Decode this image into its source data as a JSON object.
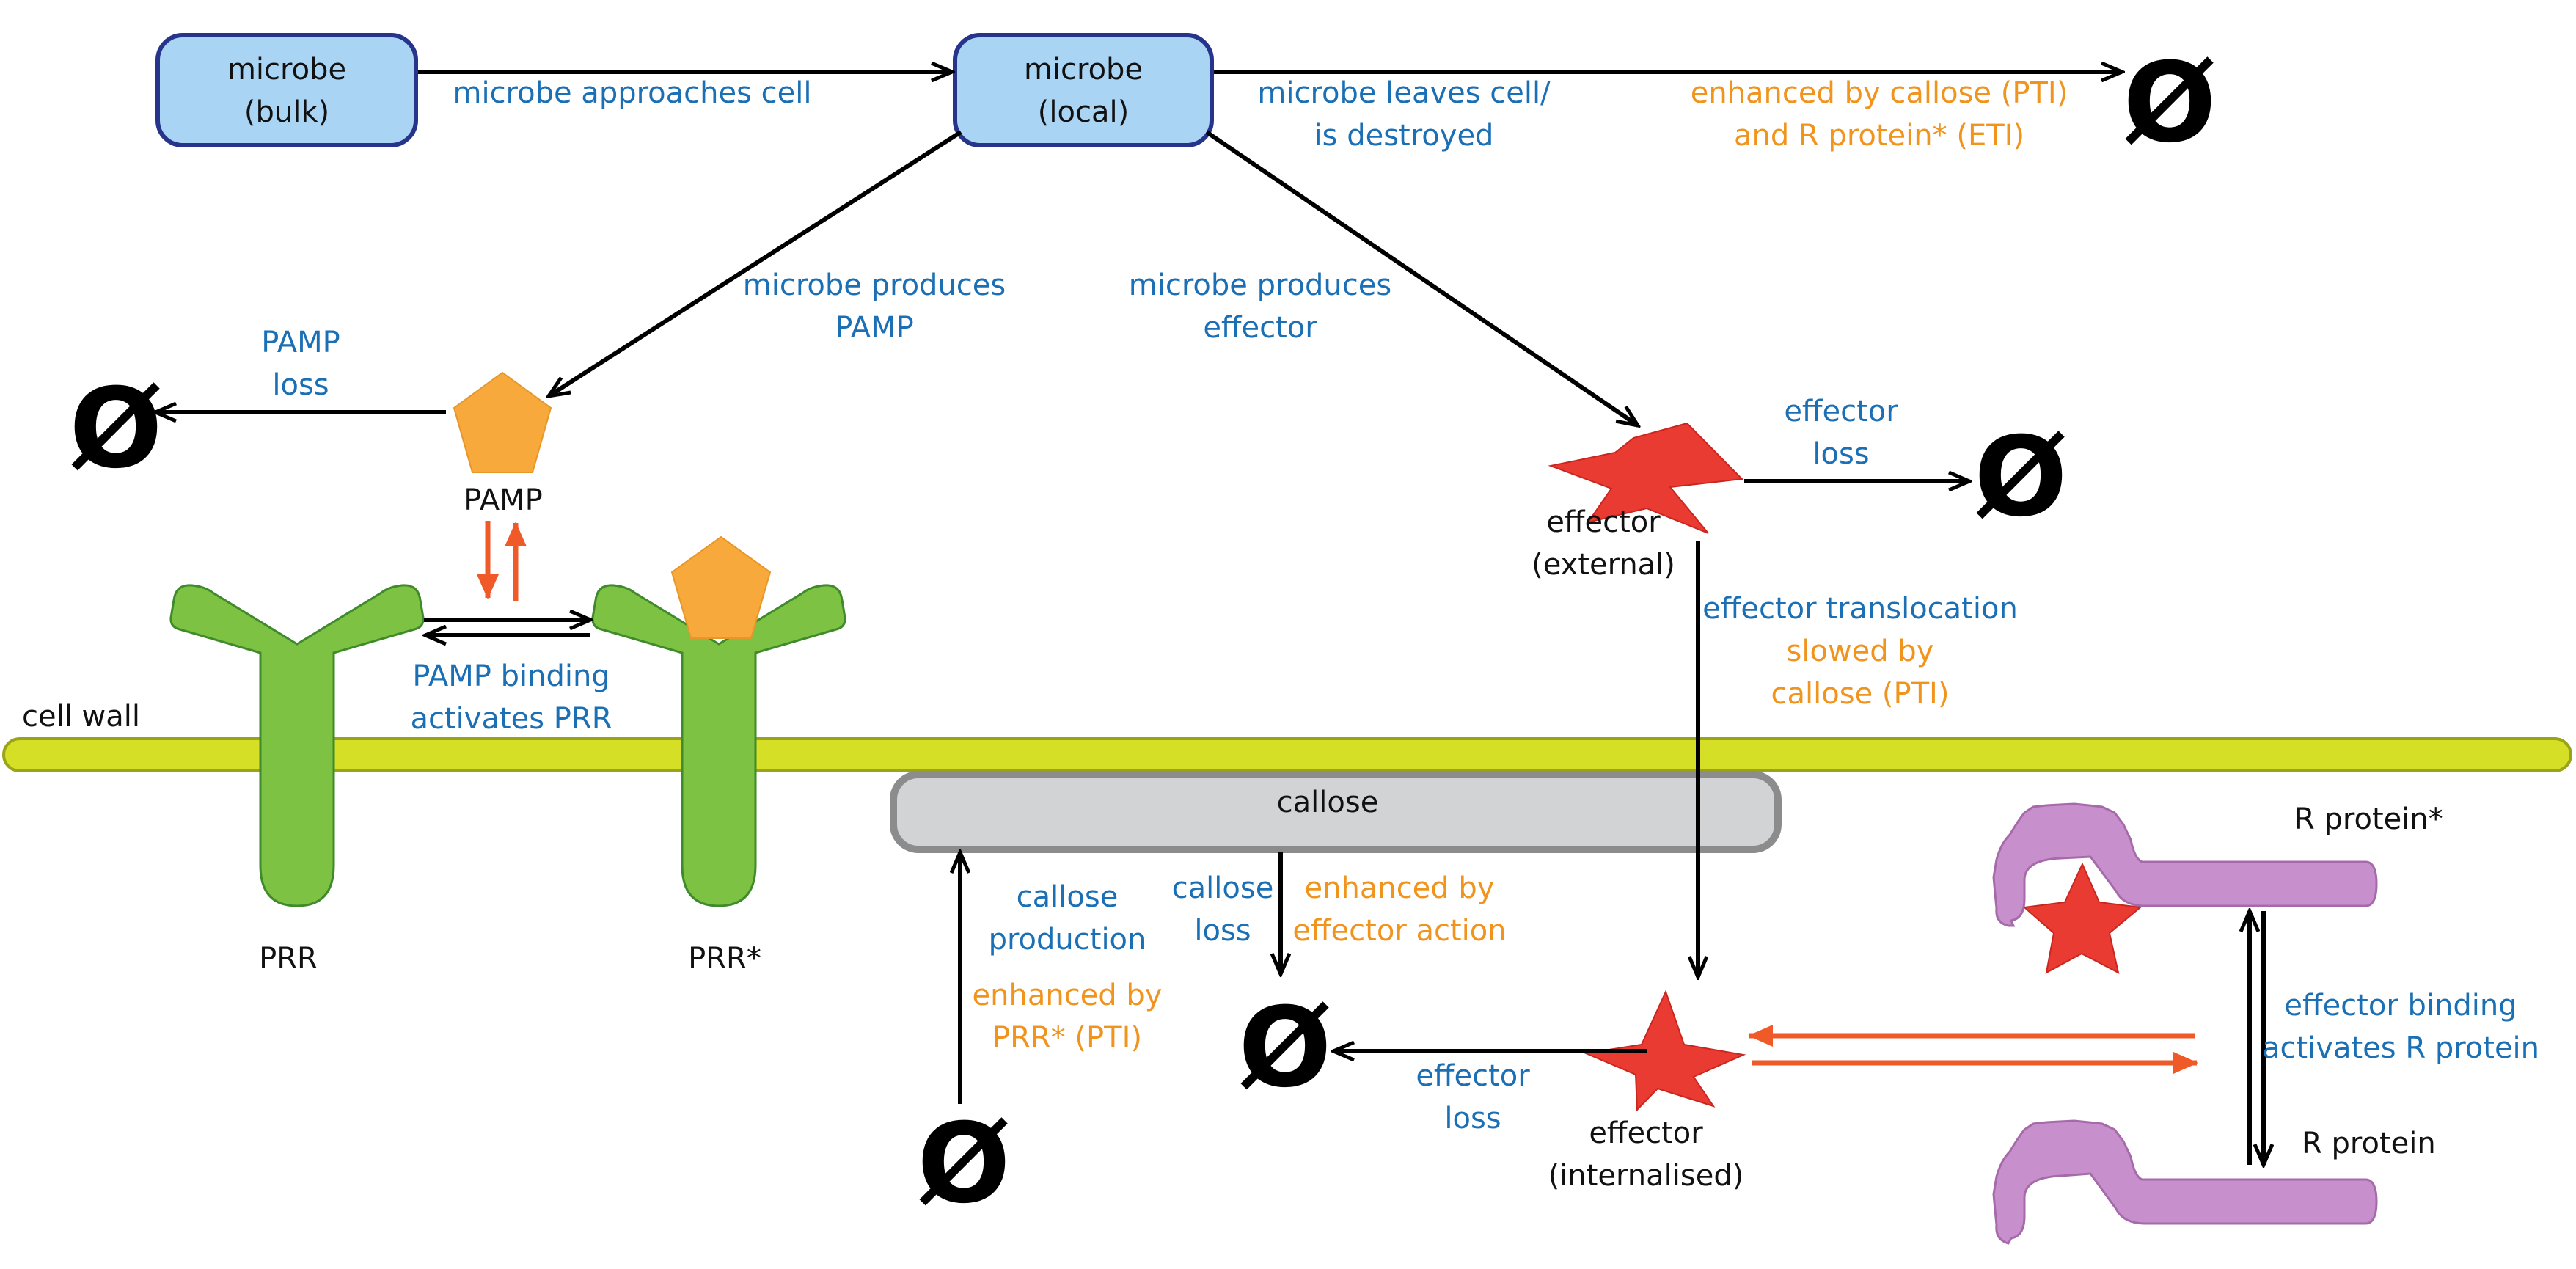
{
  "colors": {
    "blue_text": "#1a6fb5",
    "orange_text": "#f0941d",
    "black": "#000000",
    "microbe_fill": "#a9d4f3",
    "microbe_stroke": "#27348b",
    "pamp_fill": "#f7a93b",
    "prr_fill": "#7dc242",
    "prr_stroke": "#3f8a2a",
    "wall_fill": "#d4df26",
    "wall_stroke": "#9aa41a",
    "callose_fill": "#d1d3d4",
    "callose_stroke": "#8c8c8c",
    "effector_fill": "#ea3b32",
    "effector_stroke": "#c9261f",
    "rprotein_fill": "#c78fcb",
    "rprotein_stroke": "#a66aab",
    "orange_arrow": "#ef5a28"
  },
  "nodes": {
    "microbe_bulk": [
      "microbe",
      "(bulk)"
    ],
    "microbe_local": [
      "microbe",
      "(local)"
    ],
    "pamp": "PAMP",
    "prr": "PRR",
    "prr_active": "PRR*",
    "effector_external": [
      "effector",
      "(external)"
    ],
    "effector_internal": [
      "effector",
      "(internalised)"
    ],
    "callose": "callose",
    "cell_wall": "cell wall",
    "r_protein_active": "R protein*",
    "r_protein": "R protein",
    "null_symbol": "Ø"
  },
  "processes": {
    "approach": [
      "microbe approaches cell"
    ],
    "leave": [
      "microbe leaves cell/",
      "is destroyed"
    ],
    "leave_enhanced": [
      "enhanced by callose (PTI)",
      "and R protein* (ETI)"
    ],
    "produces_pamp": [
      "microbe produces",
      "PAMP"
    ],
    "produces_effector": [
      "microbe produces",
      "effector"
    ],
    "pamp_loss": [
      "PAMP",
      "loss"
    ],
    "pamp_binding": [
      "PAMP binding",
      "activates PRR"
    ],
    "effector_loss_external": [
      "effector",
      "loss"
    ],
    "translocation": [
      "effector translocation"
    ],
    "translocation_slowed": [
      "slowed by",
      "callose (PTI)"
    ],
    "callose_production": [
      "callose",
      "production"
    ],
    "callose_production_enhanced": [
      "enhanced by",
      "PRR* (PTI)"
    ],
    "callose_loss": [
      "callose",
      "loss"
    ],
    "callose_loss_enhanced": [
      "enhanced by",
      "effector action"
    ],
    "effector_loss_internal": [
      "effector",
      "loss"
    ],
    "effector_binding": [
      "effector binding",
      "activates R protein"
    ]
  }
}
